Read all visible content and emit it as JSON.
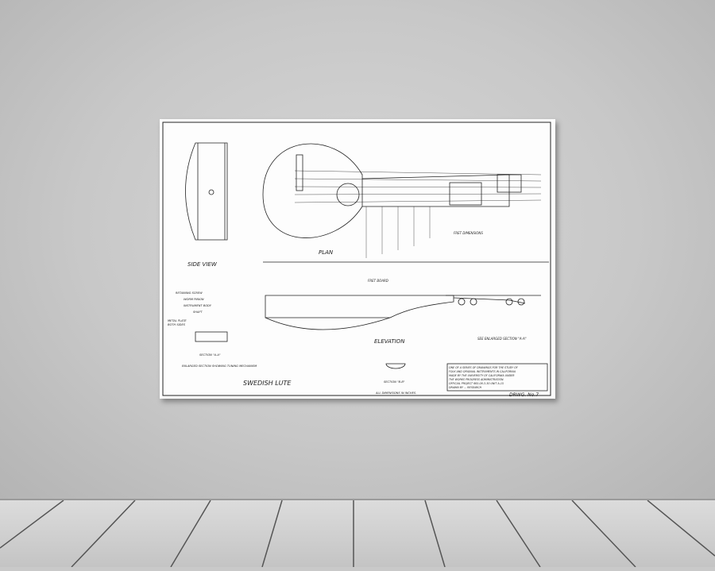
{
  "drawing": {
    "title": "SWEDISH LUTE",
    "views": {
      "side": "SIDE VIEW",
      "plan": "PLAN",
      "elevation": "ELEVATION"
    },
    "callouts": [
      "RETAINING SCREW",
      "WORM PINION",
      "INSTRUMENT BODY",
      "SHAFT",
      "METAL PLATE",
      "BOTH SIDES"
    ],
    "section_aa": "SECTION \"A-A\"",
    "section_aa_note": "ENLARGED SECTION SHOWING TUNING MECHANISM",
    "section_bb": "SECTION \"B-B\"",
    "fret_board": "FRET BOARD",
    "fret_dimensions": "FRET DIMENSIONS",
    "see_section": "SEE ENLARGED SECTION \"A-A\"",
    "dimensions_note": "ALL DIMENSIONS IN INCHES.",
    "info_block": [
      "ONE OF A SERIES OF DRAWINGS FOR THE STUDY OF",
      "FOLK AND ORIGINAL INSTRUMENTS IN CALIFORNIA",
      "MADE BY THE UNIVERSITY OF CALIFORNIA UNDER",
      "THE WORKS PROGRESS ADMINISTRATION.",
      "OFFICIAL PROJECT 665-08-3-30 UNIT A-15",
      "DRAWN BY ... RESEARCH"
    ],
    "drawing_number": "DRWG. No.7"
  },
  "colors": {
    "wall": "#c8c8c8",
    "paper": "#fdfdfd",
    "ink": "#222222"
  }
}
